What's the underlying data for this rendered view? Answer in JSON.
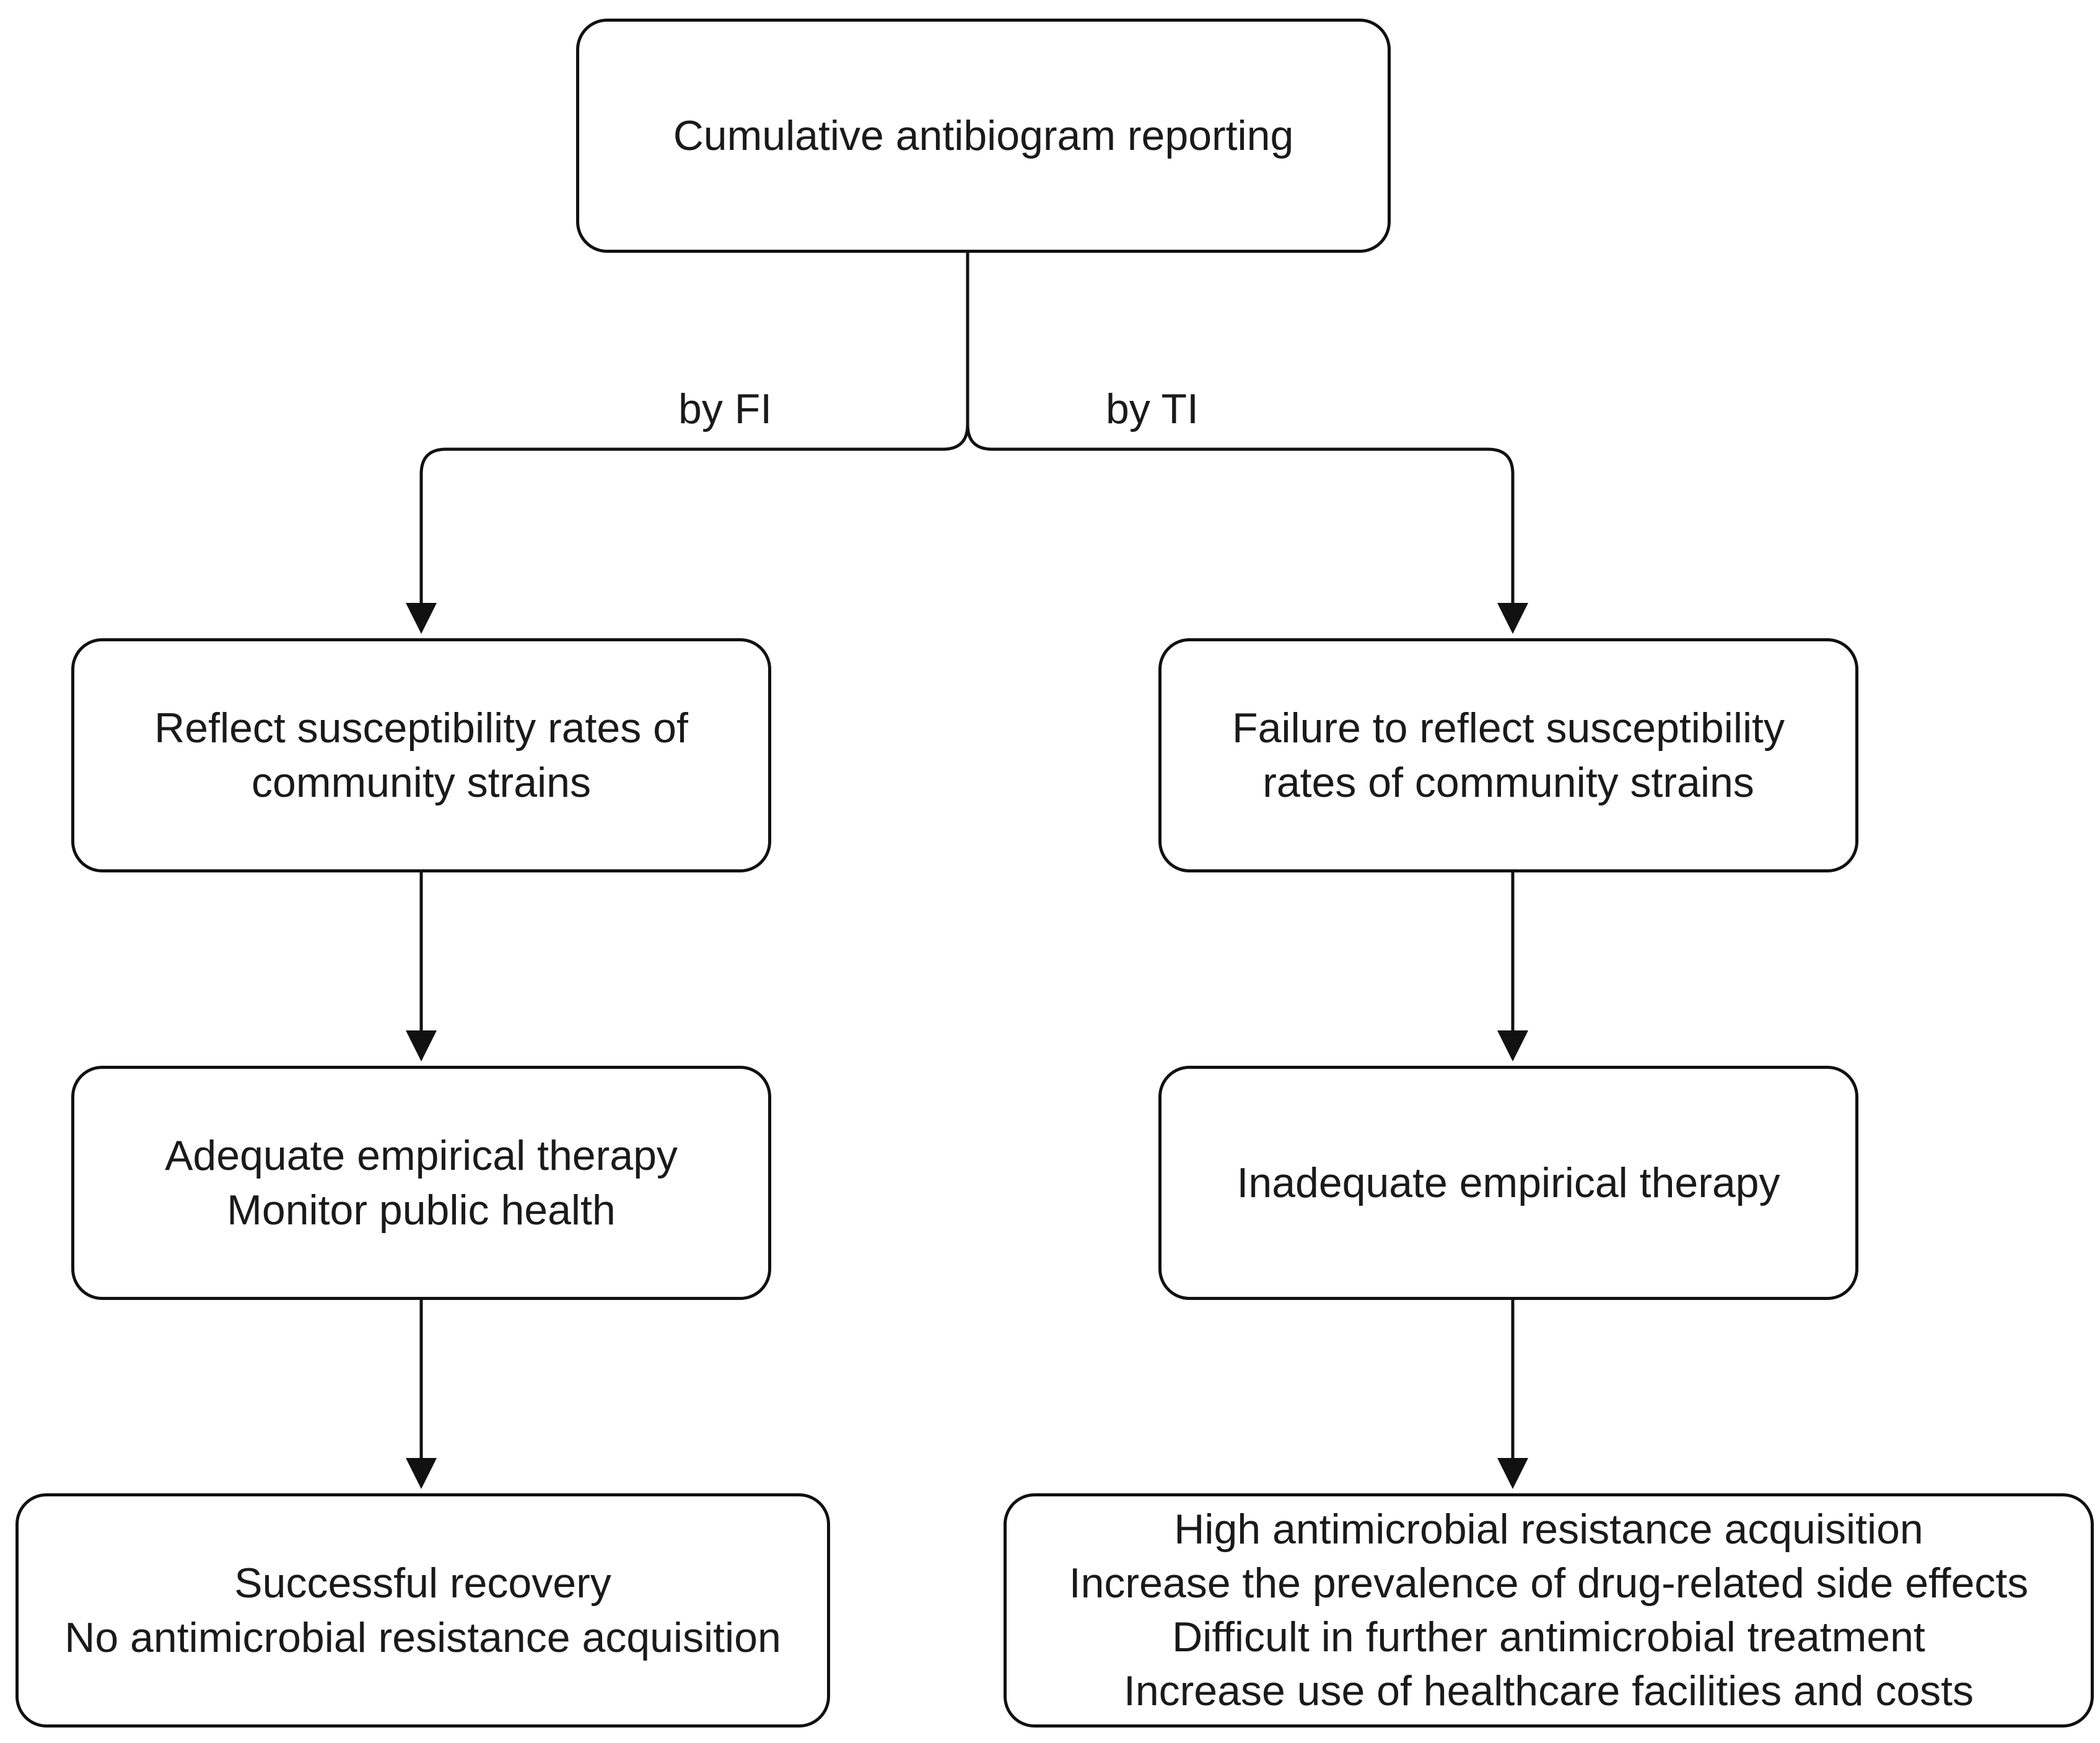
{
  "diagram": {
    "nodes": {
      "root": {
        "lines": [
          "Cumulative antibiogram reporting"
        ]
      },
      "left_1": {
        "lines": [
          "Reflect susceptibility rates of",
          "community strains"
        ]
      },
      "right_1": {
        "lines": [
          "Failure to reflect susceptibility",
          "rates of community strains"
        ]
      },
      "left_2": {
        "lines": [
          "Adequate empirical therapy",
          "Monitor public health"
        ]
      },
      "right_2": {
        "lines": [
          "Inadequate empirical therapy"
        ]
      },
      "left_3": {
        "lines": [
          "Successful recovery",
          "No antimicrobial resistance acquisition"
        ]
      },
      "right_3": {
        "lines": [
          "High antimicrobial resistance acquisition",
          "Increase the prevalence of drug-related side effects",
          "Difficult in further antimicrobial treatment",
          "Increase use of healthcare facilities and costs"
        ]
      }
    },
    "edge_labels": {
      "fi": "by FI",
      "ti": "by TI"
    }
  }
}
